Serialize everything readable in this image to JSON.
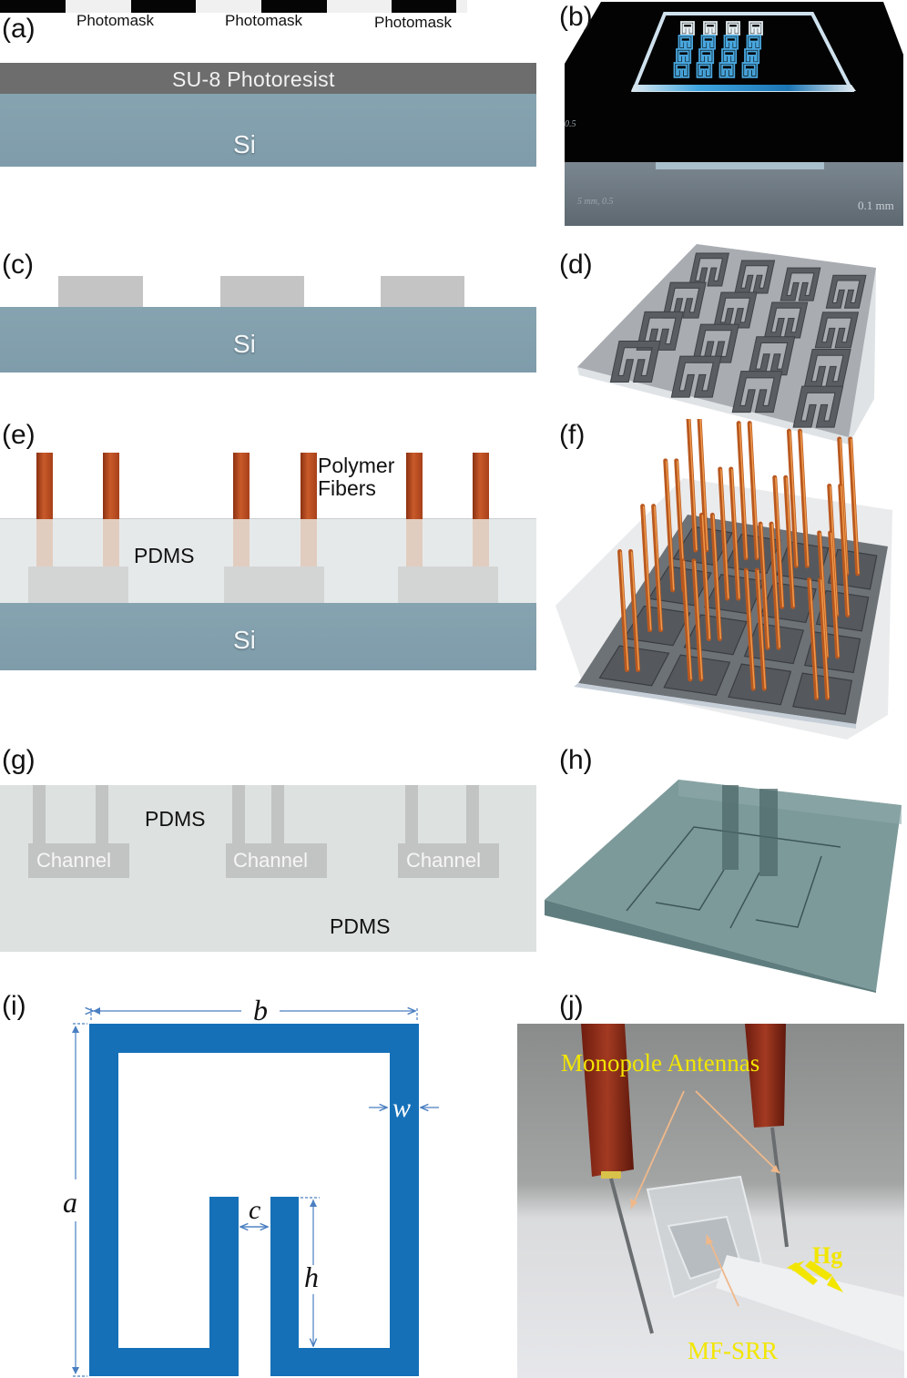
{
  "figure": {
    "panels": {
      "a": {
        "label": "(a)",
        "photomask_labels": [
          "Photomask",
          "Photomask",
          "Photomask"
        ],
        "resist_label": "SU-8  Photoresist",
        "substrate_label": "Si"
      },
      "b": {
        "label": "(b)",
        "render_text_1": "0.5",
        "render_text_2": "5 mm, 0.5",
        "render_text_3": "0.1 mm",
        "array_rows": 4,
        "array_cols": 4
      },
      "c": {
        "label": "(c)",
        "substrate_label": "Si",
        "pattern_count": 3
      },
      "d": {
        "label": "(d)",
        "array_rows": 4,
        "array_cols": 4
      },
      "e": {
        "label": "(e)",
        "fiber_label_line1": "Polymer",
        "fiber_label_line2": "Fibers",
        "pdms_label": "PDMS",
        "substrate_label": "Si"
      },
      "f": {
        "label": "(f)"
      },
      "g": {
        "label": "(g)",
        "pdms_top_label": "PDMS",
        "pdms_bottom_label": "PDMS",
        "channel_labels": [
          "Channel",
          "Channel",
          "Channel"
        ]
      },
      "h": {
        "label": "(h)"
      },
      "i": {
        "label": "(i)",
        "dimension_labels": {
          "outer_width": "b",
          "outer_height": "a",
          "line_width": "w",
          "gap": "c",
          "arm_height": "h"
        }
      },
      "j": {
        "label": "(j)",
        "annotation_antennas": "Monopole Antennas",
        "annotation_srr": "MF-SRR",
        "annotation_fluid": "Hg"
      }
    },
    "colors": {
      "silicon": "#819eac",
      "photoresist": "#6d6d6d",
      "fiber": "#b84a1e",
      "srr_blue": "#1570b8",
      "annotation_yellow": "#f2e600",
      "pdms_h": "#6e8f90"
    }
  }
}
